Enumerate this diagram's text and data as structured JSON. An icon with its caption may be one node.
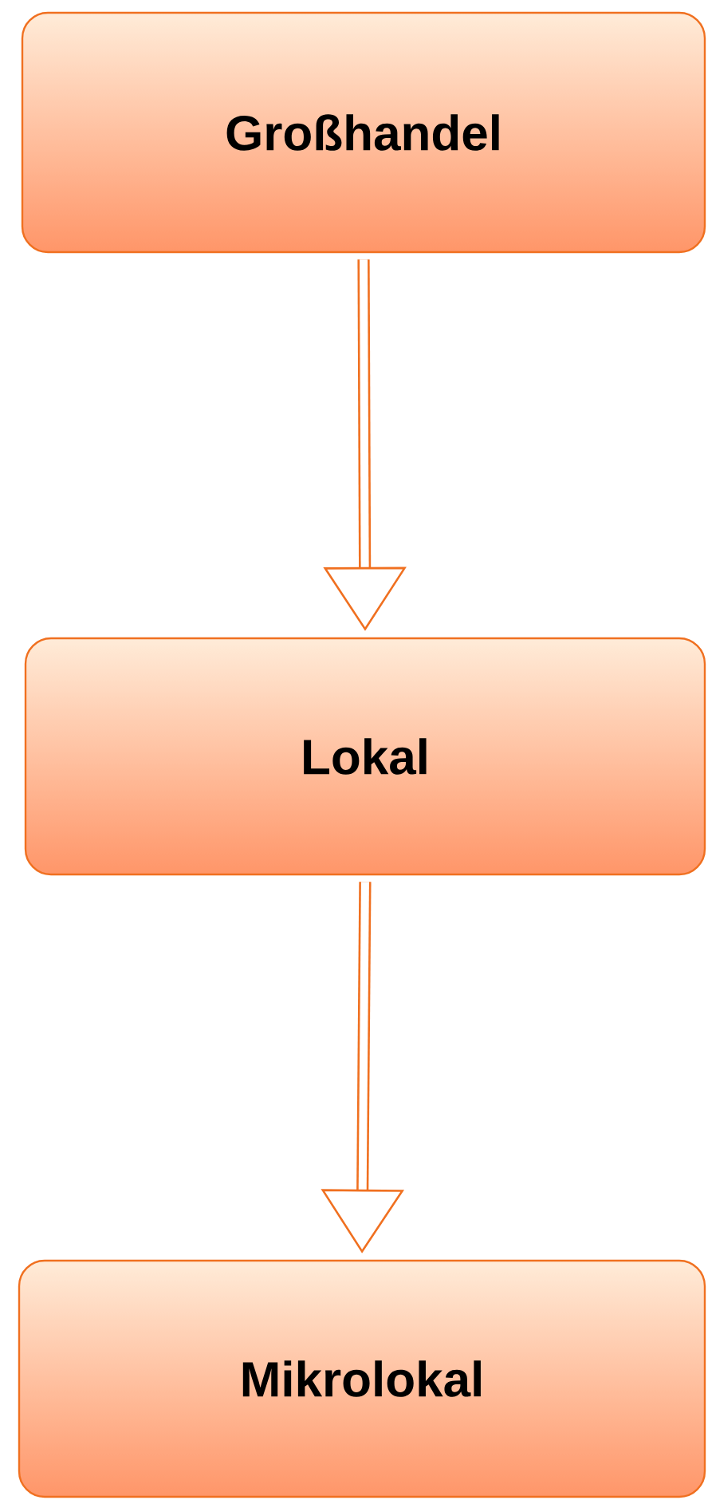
{
  "diagram": {
    "nodes": [
      {
        "text": [
          "Großhandel"
        ]
      },
      {
        "text": [
          "Lokal"
        ]
      },
      {
        "text": [
          "Mikrolokal"
        ]
      }
    ],
    "edges": [
      {
        "from": 0,
        "to": 1,
        "arrow": "to"
      },
      {
        "from": 1,
        "to": 2,
        "arrow": "to"
      }
    ]
  }
}
